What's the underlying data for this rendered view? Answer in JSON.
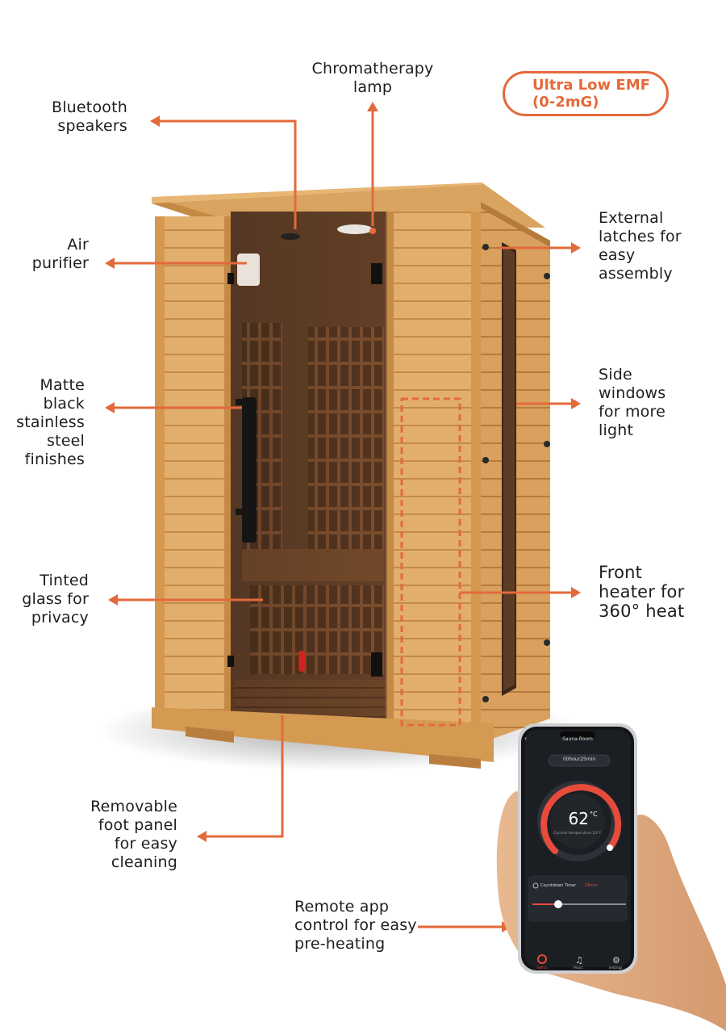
{
  "badge": {
    "text": "Ultra Low EMF\n(0-2mG)"
  },
  "callouts": {
    "bluetooth": "Bluetooth\nspeakers",
    "chromatherapy": "Chromatherapy\nlamp",
    "air_purifier": "Air\npurifier",
    "external_latches": "External\nlatches for\neasy\nassembly",
    "matte_black": "Matte\nblack\nstainless\nsteel\nfinishes",
    "side_windows": "Side\nwindows\nfor more\nlight",
    "tinted_glass": "Tinted\nglass for\nprivacy",
    "front_heater": "Front\nheater for\n360° heat",
    "foot_panel": "Removable\nfoot panel\nfor easy\ncleaning",
    "remote_app": "Remote app\ncontrol for easy\npre-heating"
  },
  "phone": {
    "title": "Sauna Room",
    "timer_pill": "00hour25min",
    "temperature": "62",
    "temperature_unit": "°C",
    "current_temp": "Current temperature 23°C",
    "countdown_label": "Countdown Timer",
    "countdown_value": "· 25min",
    "nav": [
      "Switch",
      "Music",
      "Settings"
    ]
  },
  "colors": {
    "accent": "#E36A3B",
    "wood_light": "#E2AE6C",
    "wood_mid": "#CF9350",
    "wood_dark": "#A86A30",
    "interior": "#5A3A22",
    "phone_screen": "#1B1E22"
  }
}
